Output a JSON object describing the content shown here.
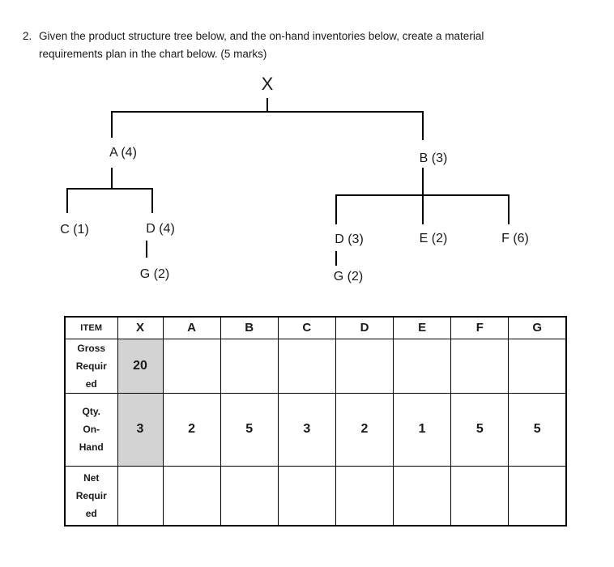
{
  "question": {
    "number": "2.",
    "text": "Given the product structure tree below, and the on-hand inventories below, create a material\nrequirements plan in the chart below. (5 marks)"
  },
  "tree": {
    "root": "X",
    "a": "A (4)",
    "b": "B (3)",
    "c": "C (1)",
    "d_under_a": "D (4)",
    "g_under_d_left": "G (2)",
    "d_under_b": "D (3)",
    "e": "E (2)",
    "f": "F (6)",
    "g_under_d_right": "G (2)"
  },
  "table": {
    "columns": [
      "ITEM",
      "X",
      "A",
      "B",
      "C",
      "D",
      "E",
      "F",
      "G"
    ],
    "rows": [
      {
        "label": "Gross Required",
        "label_display": "Gross\nRequir\ned",
        "values": [
          "20",
          "",
          "",
          "",
          "",
          "",
          "",
          ""
        ]
      },
      {
        "label": "Qty. On-Hand",
        "label_display": "Qty.\nOn-\nHand",
        "values": [
          "3",
          "2",
          "5",
          "3",
          "2",
          "1",
          "5",
          "5"
        ]
      },
      {
        "label": "Net Required",
        "label_display": "Net\nRequir\ned",
        "values": [
          "",
          "",
          "",
          "",
          "",
          "",
          "",
          ""
        ]
      }
    ],
    "highlight_color": "#d3d3d3"
  }
}
